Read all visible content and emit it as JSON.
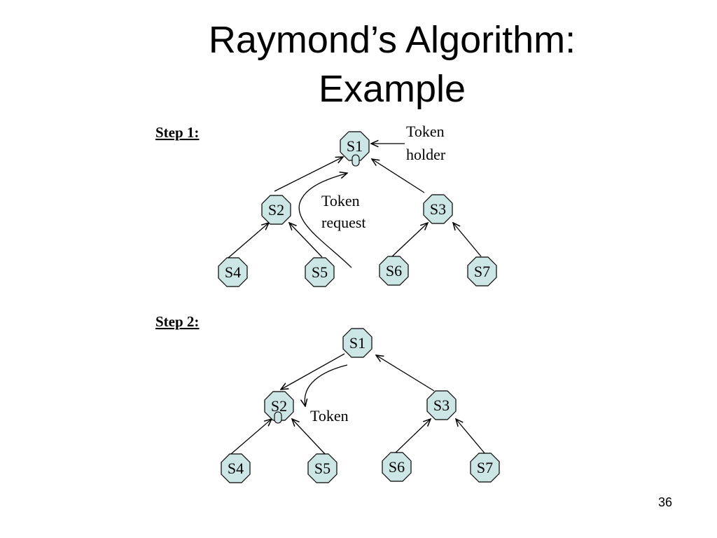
{
  "slide": {
    "title_line1": "Raymond’s Algorithm:",
    "title_line2": "Example",
    "page_number": "36"
  },
  "step1": {
    "label": "Step 1:",
    "nodes": [
      "S1",
      "S2",
      "S3",
      "S4",
      "S5",
      "S6",
      "S7"
    ],
    "token_holder_line1": "Token",
    "token_holder_line2": "holder",
    "token_request_line1": "Token",
    "token_request_line2": "request"
  },
  "step2": {
    "label": "Step 2:",
    "nodes": [
      "S1",
      "S2",
      "S3",
      "S4",
      "S5",
      "S6",
      "S7"
    ],
    "token_label": "Token"
  },
  "colors": {
    "node_fill": "#cce6e6",
    "stroke": "#000000",
    "background": "#ffffff"
  }
}
